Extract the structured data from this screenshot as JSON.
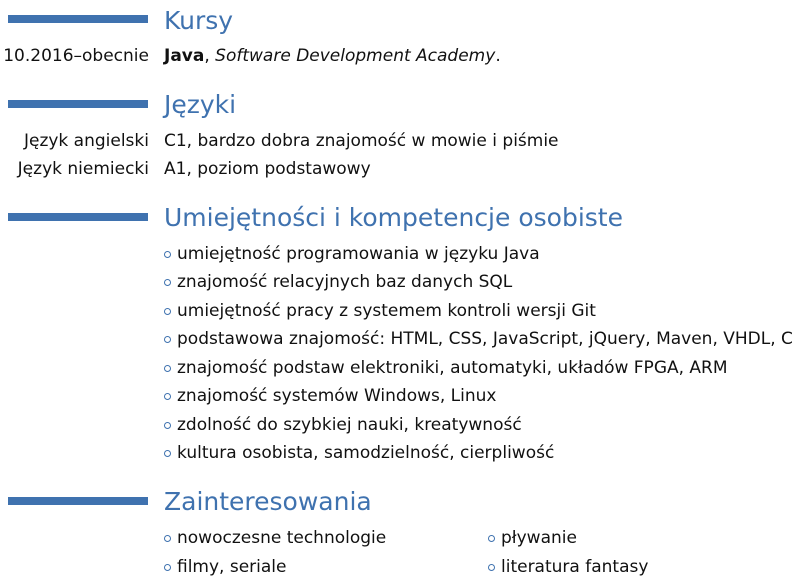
{
  "courses": {
    "title": "Kursy",
    "items": [
      {
        "date": "10.2016–obecnie",
        "name": "Java",
        "provider": "Software Development Academy",
        "end": "."
      }
    ]
  },
  "languages": {
    "title": "Języki",
    "items": [
      {
        "label": "Język angielski",
        "value": "C1, bardzo dobra znajomość w mowie i piśmie"
      },
      {
        "label": "Język niemiecki",
        "value": "A1, poziom podstawowy"
      }
    ]
  },
  "skills": {
    "title": "Umiejętności i kompetencje osobiste",
    "items": [
      "umiejętność programowania w języku Java",
      "znajomość relacyjnych baz danych SQL",
      "umiejętność pracy z systemem kontroli wersji Git",
      "podstawowa znajomość: HTML, CSS, JavaScript, jQuery, Maven, VHDL, C",
      "znajomość podstaw elektroniki, automatyki, układów FPGA, ARM",
      "znajomość systemów Windows, Linux",
      "zdolność do szybkiej nauki, kreatywność",
      "kultura osobista, samodzielność, cierpliwość"
    ]
  },
  "interests": {
    "title": "Zainteresowania",
    "left": [
      "nowoczesne technologie",
      "filmy, seriale"
    ],
    "right": [
      "pływanie",
      "literatura fantasy"
    ]
  },
  "colors": {
    "accent": "#3f72af"
  },
  "icons": {
    "bullet": "circle-bullet-icon"
  }
}
